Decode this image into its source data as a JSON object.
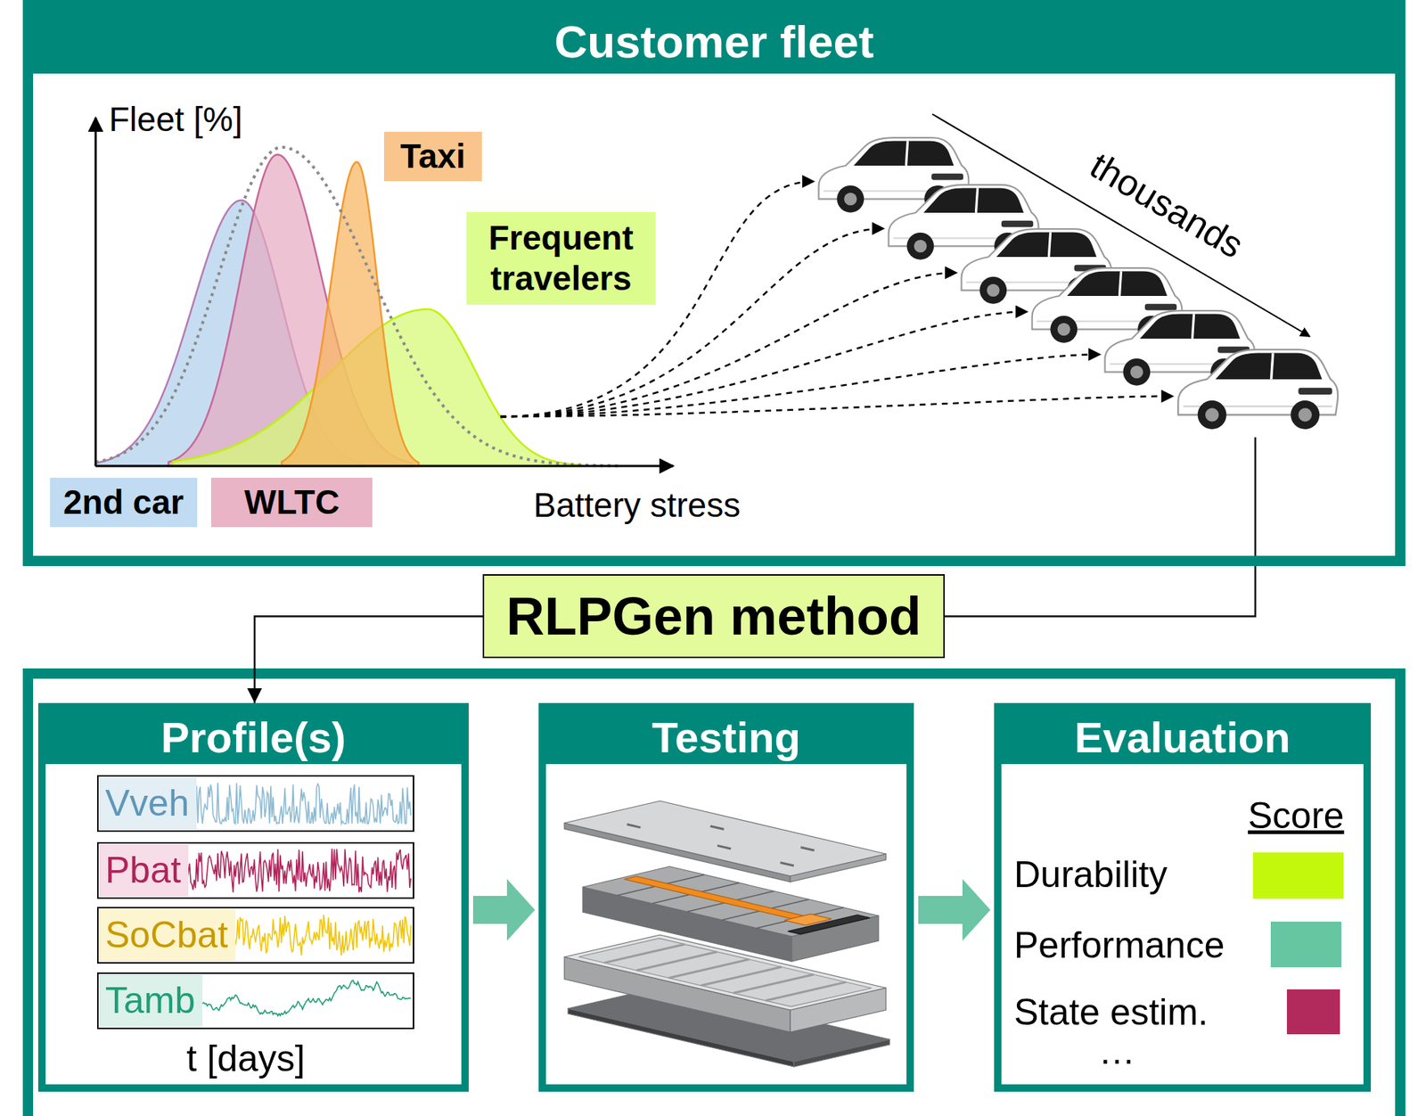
{
  "diagram": {
    "nodes": [
      {
        "text": [
          "Customer fleet"
        ]
      },
      {
        "text": [
          "Taxi"
        ],
        "in": 0
      },
      {
        "text": [
          "Frequent travelers"
        ],
        "in": 0
      },
      {
        "text": [
          "2nd car"
        ],
        "in": 0
      },
      {
        "text": [
          "WLTC"
        ],
        "in": 0
      },
      {
        "text": [
          "RLPGen method"
        ]
      },
      {
        "text": [
          "Profile(s)"
        ]
      },
      {
        "text": [
          "Testing"
        ]
      },
      {
        "text": [
          "Evaluation"
        ]
      }
    ],
    "edges": [
      {
        "from": 0,
        "to": 5,
        "arrow": "none"
      },
      {
        "from": 5,
        "to": 6,
        "arrow": "to"
      },
      {
        "from": 6,
        "to": 7,
        "arrow": "to"
      },
      {
        "from": 7,
        "to": 8,
        "arrow": "to"
      }
    ],
    "labels": [
      "Fleet [%]",
      "Battery stress",
      "thousands",
      "Vveh",
      "Pbat",
      "SoCbat",
      "Tamb",
      "t [days]",
      "Score",
      "…"
    ],
    "legend": [
      {
        "text": "Durability",
        "color": "#c3f80c"
      },
      {
        "text": "Performance",
        "color": "#66c6a2"
      },
      {
        "text": "State estim.",
        "color": "#b22a5c"
      }
    ]
  }
}
